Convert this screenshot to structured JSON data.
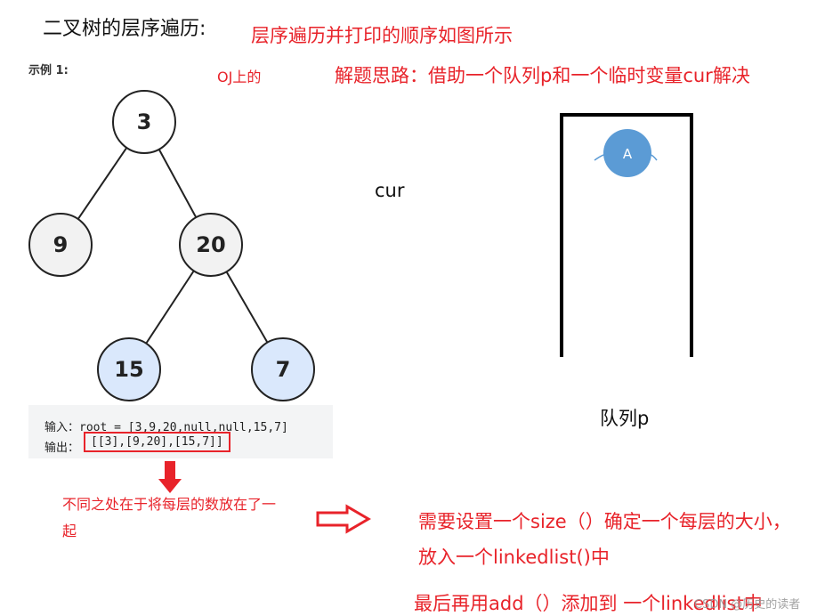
{
  "title": "二叉树的层序遍历:",
  "subtitle": "层序遍历并打印的顺序如图所示",
  "example_label": "示例 1:",
  "oj_note": "OJ上的",
  "idea": "解题思路：借助一个队列p和一个临时变量cur解决",
  "tree": {
    "nodes": [
      {
        "id": "n3",
        "label": "3",
        "color": "#ffffff"
      },
      {
        "id": "n9",
        "label": "9",
        "color": "#f2f2f2"
      },
      {
        "id": "n20",
        "label": "20",
        "color": "#f2f2f2"
      },
      {
        "id": "n15",
        "label": "15",
        "color": "#dae8fc"
      },
      {
        "id": "n7",
        "label": "7",
        "color": "#dae8fc"
      }
    ],
    "edges": [
      [
        "n3",
        "n9"
      ],
      [
        "n3",
        "n20"
      ],
      [
        "n20",
        "n15"
      ],
      [
        "n20",
        "n7"
      ]
    ]
  },
  "code": {
    "input_line": "输入：root = [3,9,20,null,null,15,7]",
    "output_label": "输出：",
    "output_value": "[[3],[9,20],[15,7]]"
  },
  "diff_note": "不同之处在于将每层的数放在了一起",
  "cur_label": "cur",
  "queue": {
    "label": "队列p",
    "item": "A",
    "item_color": "#5b9bd5"
  },
  "need_line1": "需要设置一个size（）确定一个每层的大小，",
  "need_line2": "放入一个linkedlist()中",
  "last_line": "最后再用add（）添加到 一个linkedlist中",
  "watermark": "CSDN @历史的读者",
  "colors": {
    "accent_red": "#e8232a"
  }
}
